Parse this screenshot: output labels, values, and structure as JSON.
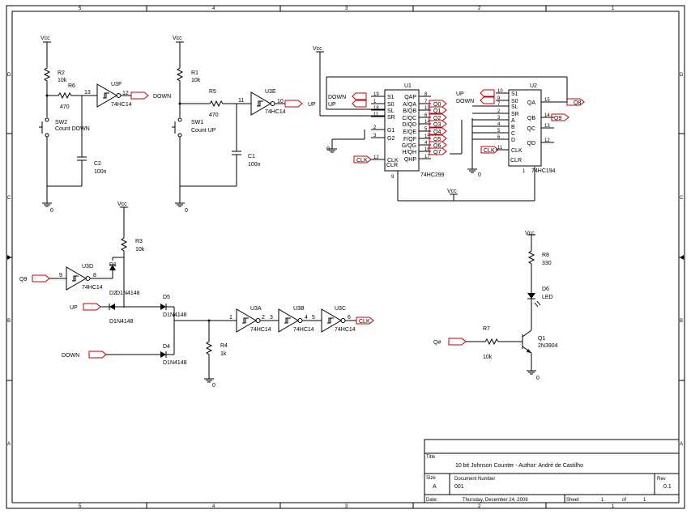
{
  "frame": {
    "top_cols": [
      "5",
      "4",
      "3",
      "2",
      "1"
    ],
    "bottom_cols": [
      "5",
      "4",
      "3",
      "2",
      "1"
    ],
    "left_rows": [
      "D",
      "C",
      "B",
      "A"
    ],
    "right_rows": [
      "D",
      "C",
      "B",
      "A"
    ]
  },
  "debounce_down": {
    "vcc": "Vcc",
    "r2_ref": "R2",
    "r2_val": "10k",
    "r6_ref": "R6",
    "r6_val": "470",
    "sw_ref": "SW2",
    "sw_name": "Count DOWN",
    "c_ref": "C2",
    "c_val": "100n",
    "gate_ref": "U3F",
    "gate_part": "74HC14",
    "pin_in": "13",
    "pin_out": "12",
    "net_out": "DOWN",
    "gnd": "0"
  },
  "debounce_up": {
    "vcc": "Vcc",
    "r1_ref": "R1",
    "r1_val": "10k",
    "r5_ref": "R5",
    "r5_val": "470",
    "sw_ref": "SW1",
    "sw_name": "Count UP",
    "c_ref": "C1",
    "c_val": "100n",
    "gate_ref": "U3E",
    "gate_part": "74HC14",
    "pin_in": "11",
    "pin_out": "10",
    "net_out": "UP",
    "gnd": "0"
  },
  "u1": {
    "ref": "U1",
    "part": "74HC299",
    "vcc": "Vcc",
    "gnd": "0",
    "left_pins": [
      {
        "num": "19",
        "name": "S1",
        "net": "DOWN"
      },
      {
        "num": "1",
        "name": "S0",
        "net": "UP"
      },
      {
        "num": "18",
        "name": "SL",
        "net": ""
      },
      {
        "num": "11",
        "name": "SR",
        "net": ""
      },
      {
        "num": "2",
        "name": "G1",
        "net": ""
      },
      {
        "num": "3",
        "name": "G2",
        "net": ""
      },
      {
        "num": "12",
        "name": "CLK",
        "net": "CLK"
      }
    ],
    "clr_name": "CLR",
    "right_pins": [
      {
        "num": "8",
        "name": "QAP",
        "net": ""
      },
      {
        "num": "7",
        "name": "A/QA",
        "net": "Q0"
      },
      {
        "num": "13",
        "name": "B/QB",
        "net": "Q1"
      },
      {
        "num": "6",
        "name": "C/QC",
        "net": "Q2"
      },
      {
        "num": "14",
        "name": "D/QD",
        "net": "Q3"
      },
      {
        "num": "5",
        "name": "E/QE",
        "net": "Q4"
      },
      {
        "num": "15",
        "name": "F/QF",
        "net": "Q5"
      },
      {
        "num": "4",
        "name": "G/QG",
        "net": "Q6"
      },
      {
        "num": "16",
        "name": "H/QH",
        "net": "Q7"
      },
      {
        "num": "17",
        "name": "QHP",
        "net": ""
      }
    ],
    "pin9": "9"
  },
  "u2": {
    "ref": "U2",
    "part": "74HC194",
    "vcc": "Vcc",
    "gnd": "0",
    "left_pins": [
      {
        "num": "10",
        "name": "S1",
        "net": "UP"
      },
      {
        "num": "9",
        "name": "S0",
        "net": "DOWN"
      },
      {
        "num": "7",
        "name": "SL",
        "net": ""
      },
      {
        "num": "2",
        "name": "SR",
        "net": ""
      },
      {
        "num": "3",
        "name": "A",
        "net": ""
      },
      {
        "num": "4",
        "name": "B",
        "net": ""
      },
      {
        "num": "5",
        "name": "C",
        "net": ""
      },
      {
        "num": "6",
        "name": "D",
        "net": ""
      },
      {
        "num": "11",
        "name": "CLK",
        "net": "CLK"
      }
    ],
    "clr_name": "CLR",
    "right_pins": [
      {
        "num": "15",
        "name": "QA",
        "net": "Q8"
      },
      {
        "num": "14",
        "name": "QB",
        "net": "Q9"
      },
      {
        "num": "13",
        "name": "QC",
        "net": ""
      },
      {
        "num": "12",
        "name": "QD",
        "net": ""
      }
    ],
    "pin1": "1"
  },
  "clock_logic": {
    "vcc": "Vcc",
    "r3_ref": "R3",
    "r3_val": "10k",
    "q9_net": "Q9",
    "up_net": "UP",
    "down_net": "DOWN",
    "u3d_ref": "U3D",
    "u3d_part": "74HC14",
    "u3d_in": "9",
    "u3d_out": "8",
    "d1_ref": "D1",
    "d1_val": "D1N4148",
    "d2_ref": "D2",
    "d2_val": "D1N4148",
    "d5_ref": "D5",
    "d5_val": "D1N4148",
    "d4_ref": "D4",
    "d4_val": "D1N4148",
    "r4_ref": "R4",
    "r4_val": "1k",
    "gnd": "0",
    "u3a_ref": "U3A",
    "u3a_in": "1",
    "u3a_out": "2",
    "u3b_ref": "U3B",
    "u3b_in": "3",
    "u3b_out": "4",
    "u3c_ref": "U3C",
    "u3c_in": "5",
    "u3c_out": "6",
    "gate_part": "74HC14",
    "clk_net": "CLK"
  },
  "led_driver": {
    "vcc": "Vcc",
    "r8_ref": "R8",
    "r8_val": "330",
    "d6_ref": "D6",
    "d6_val": "LED",
    "r7_ref": "R7",
    "r7_val": "10k",
    "q1_ref": "Q1",
    "q1_val": "2N3904",
    "in_net": "Q#",
    "gnd": "0"
  },
  "title_block": {
    "title_label": "Title",
    "title": "10 bit Johnson Counter - Author: André de Castilho",
    "size_label": "Size",
    "size": "A",
    "docnum_label": "Document Number",
    "docnum": "001",
    "rev_label": "Rev",
    "rev": "0.1",
    "date_label": "Date:",
    "date": "Thursday, December 24, 2009",
    "sheet_label": "Sheet",
    "sheet": "1",
    "of_label": "of",
    "sheets": "1"
  }
}
